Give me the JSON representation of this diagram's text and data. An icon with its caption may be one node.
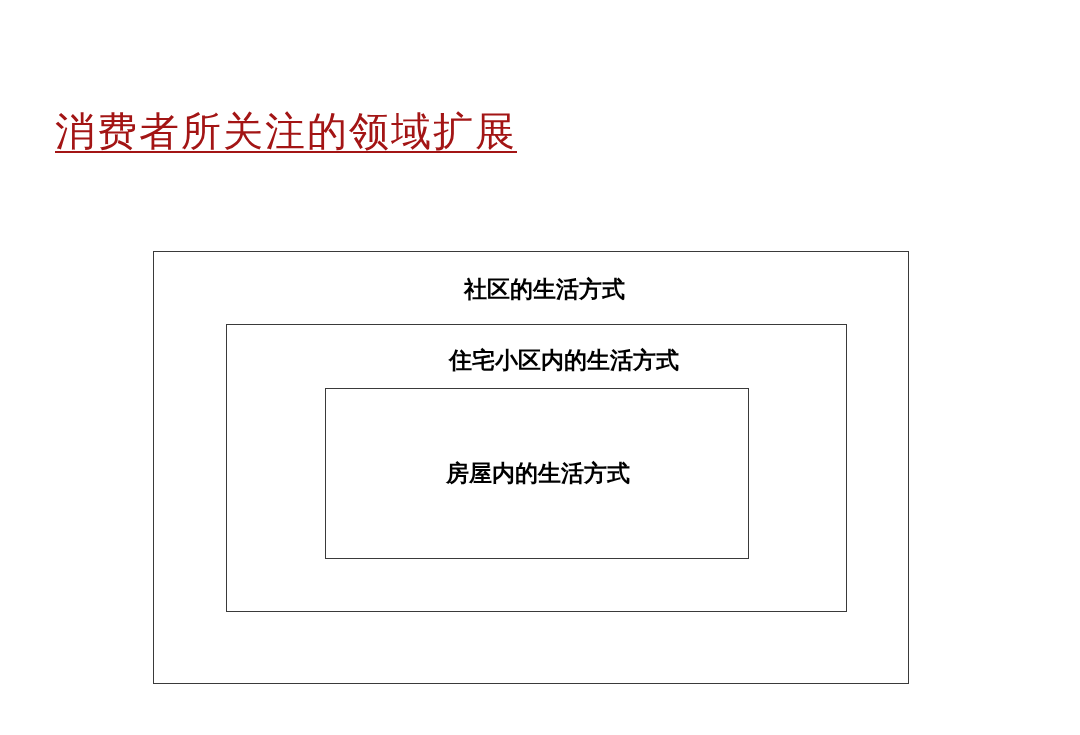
{
  "diagram": {
    "title": "消费者所关注的领域扩展",
    "nodes": [
      {
        "text": [
          "社区的生活方式"
        ]
      },
      {
        "text": [
          "住宅小区内的生活方式"
        ],
        "in": 0
      },
      {
        "text": [
          "房屋内的生活方式"
        ],
        "in": 1
      }
    ]
  }
}
